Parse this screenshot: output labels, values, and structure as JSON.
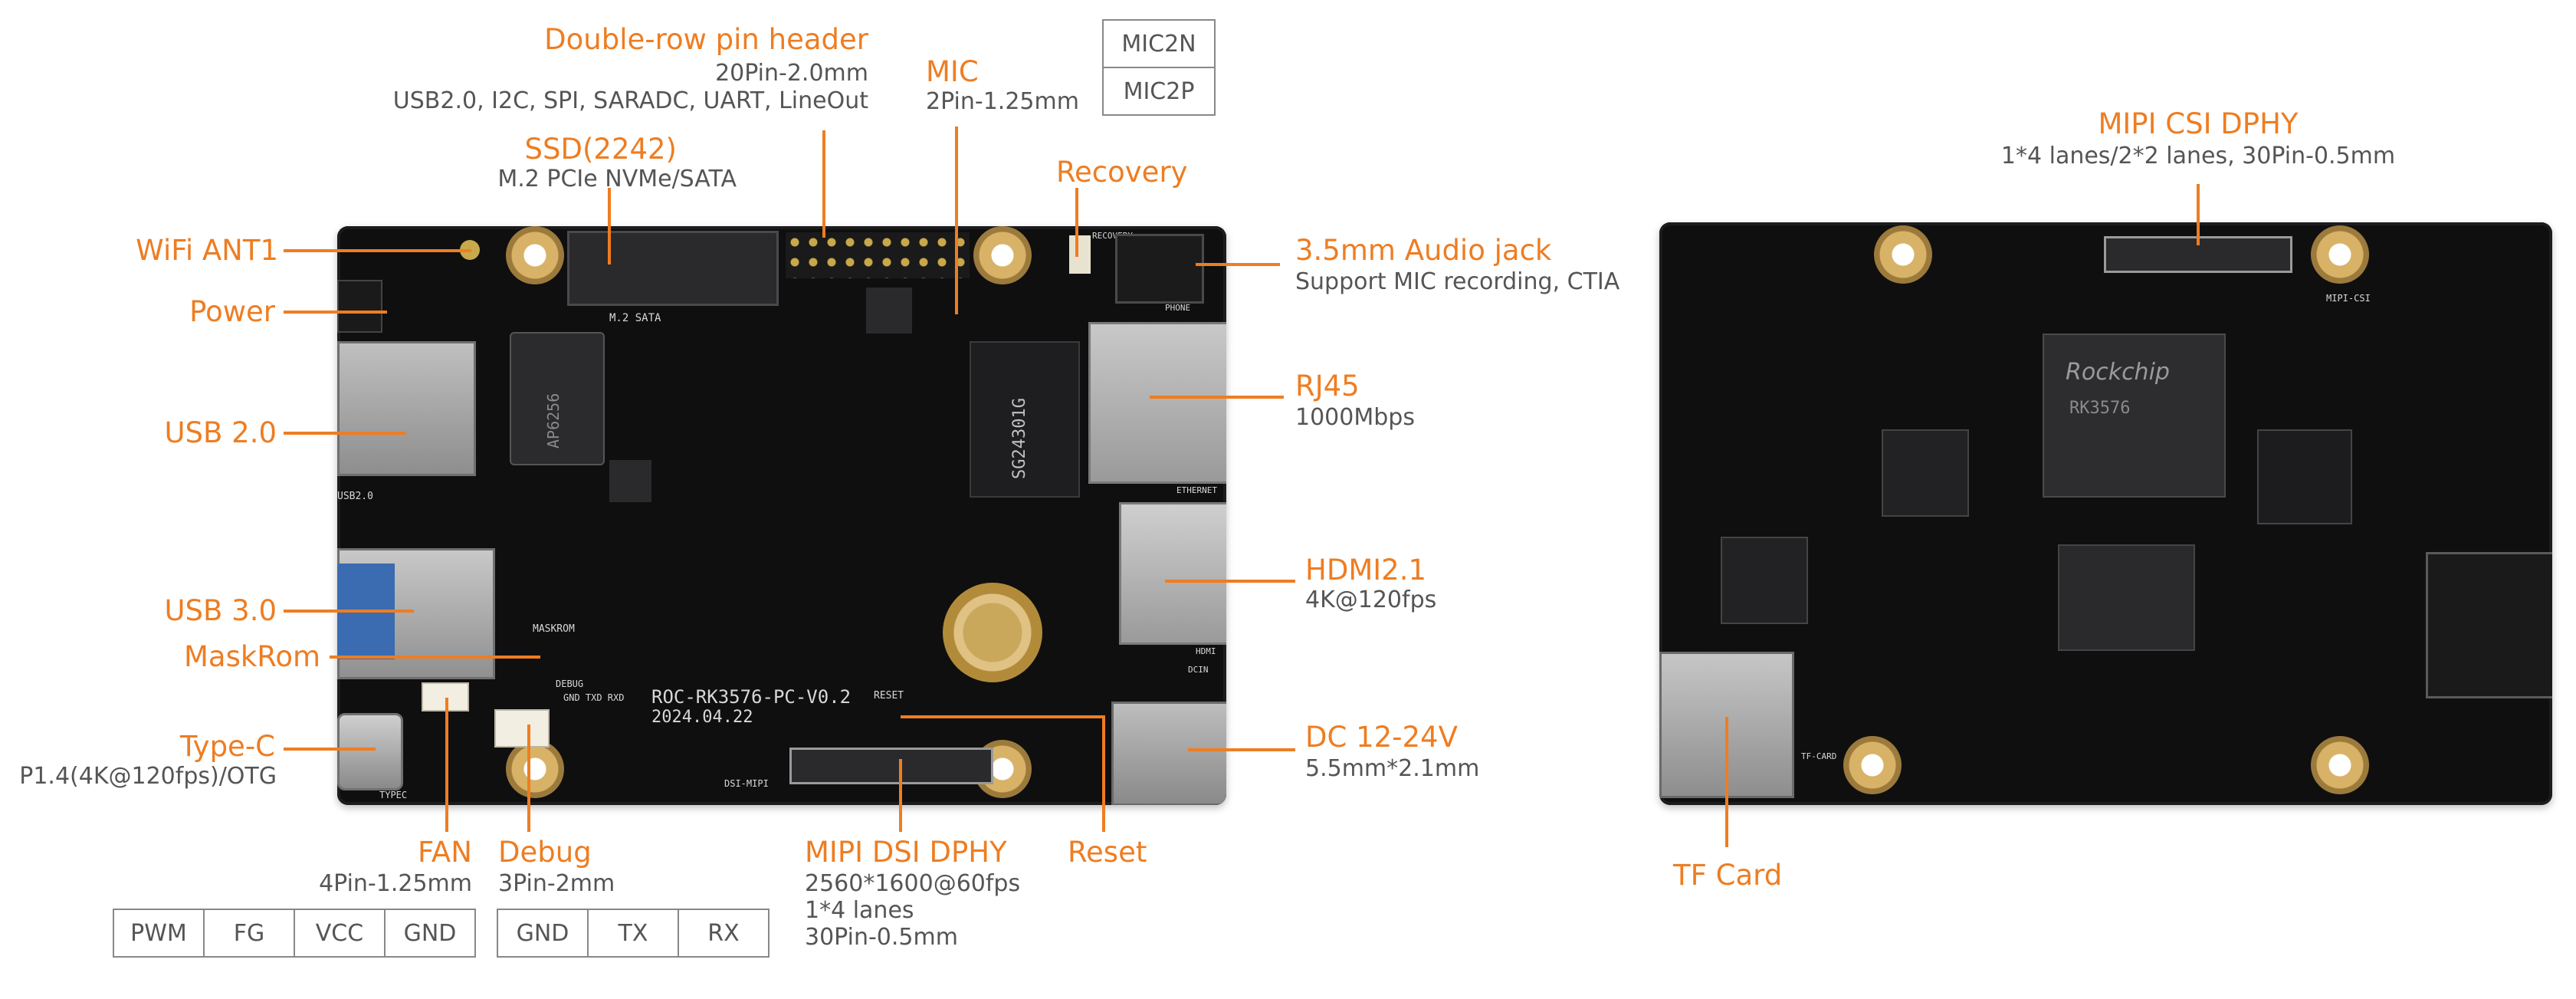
{
  "labels": {
    "pin_header": {
      "title": "Double-row pin header",
      "line1": "20Pin-2.0mm",
      "line2": "USB2.0, I2C, SPI, SARADC, UART, LineOut"
    },
    "ssd": {
      "title": "SSD(2242)",
      "sub": "M.2 PCIe NVMe/SATA"
    },
    "mic": {
      "title": "MIC",
      "sub": "2Pin-1.25mm",
      "pins": [
        "MIC2N",
        "MIC2P"
      ]
    },
    "recovery": {
      "title": "Recovery"
    },
    "audio": {
      "title": "3.5mm Audio jack",
      "sub": "Support MIC recording, CTIA"
    },
    "wifi": {
      "title": "WiFi ANT1"
    },
    "power": {
      "title": "Power"
    },
    "usb2": {
      "title": "USB 2.0"
    },
    "usb3": {
      "title": "USB 3.0"
    },
    "maskrom": {
      "title": "MaskRom"
    },
    "typec": {
      "title": "Type-C",
      "sub": "P1.4(4K@120fps)/OTG"
    },
    "rj45": {
      "title": "RJ45",
      "sub": "1000Mbps"
    },
    "hdmi": {
      "title": "HDMI2.1",
      "sub": "4K@120fps"
    },
    "dc": {
      "title": "DC 12-24V",
      "sub": "5.5mm*2.1mm"
    },
    "fan": {
      "title": "FAN",
      "sub": "4Pin-1.25mm",
      "pins": [
        "PWM",
        "FG",
        "VCC",
        "GND"
      ]
    },
    "debug": {
      "title": "Debug",
      "sub": "3Pin-2mm",
      "pins": [
        "GND",
        "TX",
        "RX"
      ]
    },
    "dsi": {
      "title": "MIPI DSI DPHY",
      "line1": "2560*1600@60fps",
      "line2": "1*4 lanes",
      "line3": "30Pin-0.5mm"
    },
    "reset": {
      "title": "Reset"
    },
    "csi": {
      "title": "MIPI CSI DPHY",
      "sub": "1*4 lanes/2*2 lanes, 30Pin-0.5mm"
    },
    "tf": {
      "title": "TF Card"
    }
  },
  "silkscreen": {
    "board_name": "ROC-RK3576-PC-V0.2",
    "date": "2024.04.22",
    "m2": "M.2 SATA",
    "usb2": "USB2.0",
    "maskrom": "MASKROM",
    "debug": "DEBUG",
    "gnd_txd_rxd": "GND TXD RXD",
    "reset": "RESET",
    "dsi": "DSI-MIPI",
    "recovery": "RECOVERY",
    "phone": "PHONE",
    "ethernet": "ETHERNET",
    "hdmi": "HDMI",
    "dcin": "DCIN",
    "typec": "TYPEC",
    "mipi_csi": "MIPI-CSI",
    "tf_card": "TF-CARD"
  },
  "chips": {
    "wifi_chip": "AP6256",
    "eth_chip": "SG24301G",
    "soc_brand": "Rockchip",
    "soc_model": "RK3576"
  },
  "colors": {
    "accent": "#ee7d22",
    "gray_text": "#555555",
    "board": "#0f0f10"
  }
}
